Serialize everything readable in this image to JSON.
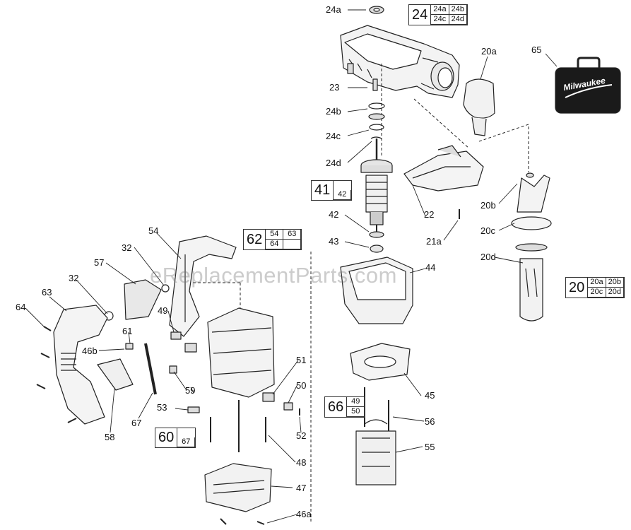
{
  "watermark": "eReplacementParts.com",
  "case_brand": "Milwaukee",
  "labels": {
    "l24a": "24a",
    "l23": "23",
    "l24b": "24b",
    "l24c": "24c",
    "l24d": "24d",
    "l20a": "20a",
    "l65": "65",
    "l20b": "20b",
    "l20c": "20c",
    "l20d": "20d",
    "l22": "22",
    "l21a": "21a",
    "l42": "42",
    "l43": "43",
    "l44": "44",
    "l54": "54",
    "l32a": "32",
    "l57": "57",
    "l32b": "32",
    "l63": "63",
    "l64": "64",
    "l49": "49",
    "l61": "61",
    "l46b": "46b",
    "l51": "51",
    "l50": "50",
    "l59": "59",
    "l53": "53",
    "l58": "58",
    "l67": "67",
    "l52": "52",
    "l45": "45",
    "l56": "56",
    "l55": "55",
    "l48": "48",
    "l47": "47",
    "l46a": "46a"
  },
  "kits": {
    "k24": {
      "main": "24",
      "subs": [
        "24a",
        "24b",
        "24c",
        "24d"
      ]
    },
    "k41": {
      "main": "41",
      "subs": [
        "42"
      ]
    },
    "k62": {
      "main": "62",
      "subs": [
        "54",
        "63",
        "64",
        ""
      ]
    },
    "k66": {
      "main": "66",
      "subs": [
        "49",
        "50"
      ]
    },
    "k60": {
      "main": "60",
      "subs": [
        "67"
      ]
    },
    "k20": {
      "main": "20",
      "subs": [
        "20a",
        "20b",
        "20c",
        "20d"
      ]
    }
  }
}
